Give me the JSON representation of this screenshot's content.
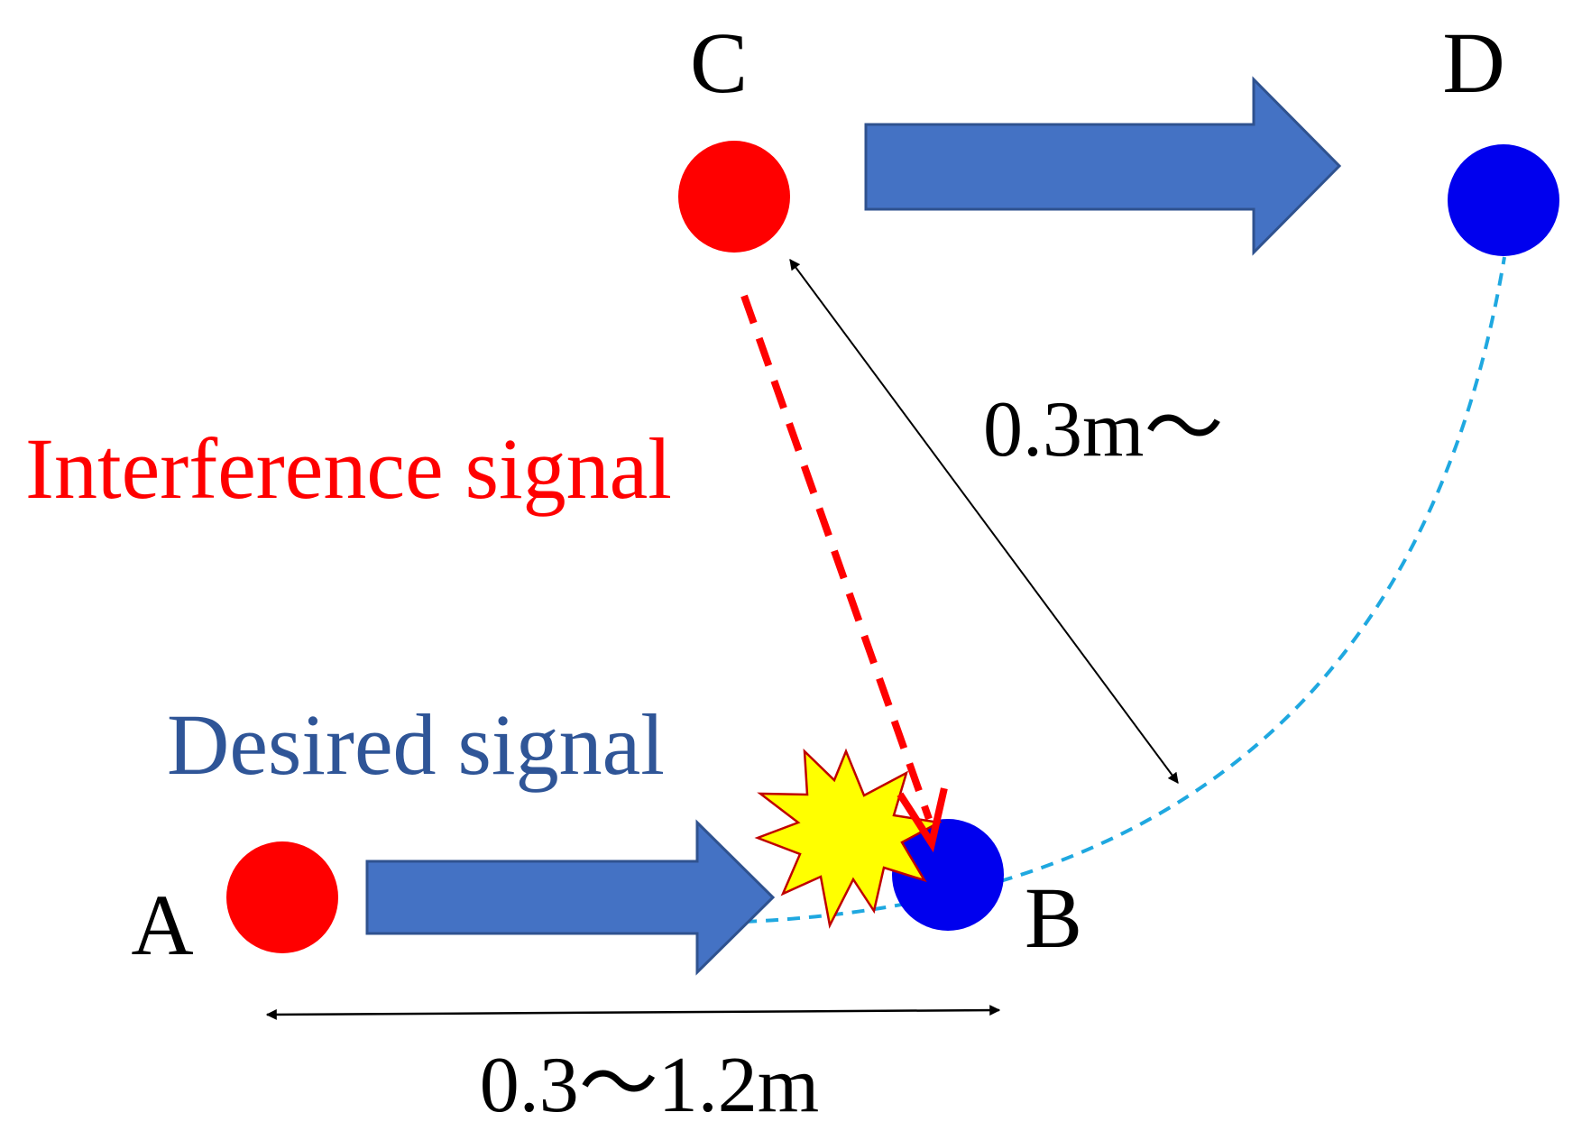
{
  "colors": {
    "transmitter": "#ff0000",
    "receiver": "#0000ee",
    "signal_arrow": "#4472c4",
    "signal_arrow_border": "#2f528f",
    "interference": "#ff0000",
    "coverage_arc": "#1fa8e0",
    "collision": "#ffff00",
    "collision_border": "#c00000",
    "desired_text": "#2f5597",
    "interference_text": "#ff0000",
    "dimension": "#000000",
    "label": "#000000"
  },
  "nodes": {
    "a": {
      "label": "A",
      "role": "transmitter"
    },
    "b": {
      "label": "B",
      "role": "receiver"
    },
    "c": {
      "label": "C",
      "role": "transmitter"
    },
    "d": {
      "label": "D",
      "role": "receiver"
    }
  },
  "labels": {
    "interference_signal": "Interference signal",
    "desired_signal": "Desired signal",
    "distance_ab": "0.3～1.2m",
    "distance_cb": "0.3m～"
  },
  "icons": {
    "collision": "explosion-starburst-icon"
  }
}
